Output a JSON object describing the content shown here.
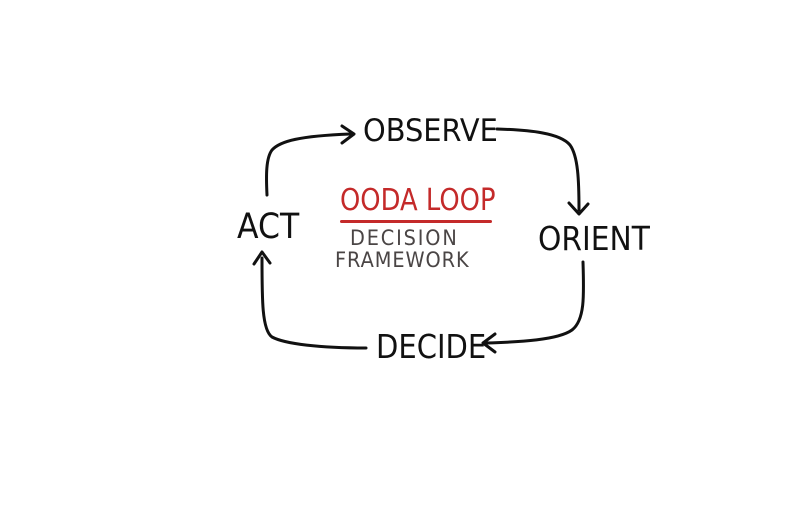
{
  "diagram": {
    "title": "OODA LOOP",
    "subtitle_line1": "DECISION",
    "subtitle_line2": "FRAMEWORK",
    "nodes": {
      "observe": "OBSERVE",
      "orient": "ORIENT",
      "decide": "DECIDE",
      "act": "ACT"
    },
    "edges": [
      {
        "from": "OBSERVE",
        "to": "ORIENT"
      },
      {
        "from": "ORIENT",
        "to": "DECIDE"
      },
      {
        "from": "DECIDE",
        "to": "ACT"
      },
      {
        "from": "ACT",
        "to": "OBSERVE"
      }
    ]
  },
  "colors": {
    "ink": "#111111",
    "title": "#c42a2a",
    "subtitle": "#4a4545",
    "background": "#ffffff"
  }
}
